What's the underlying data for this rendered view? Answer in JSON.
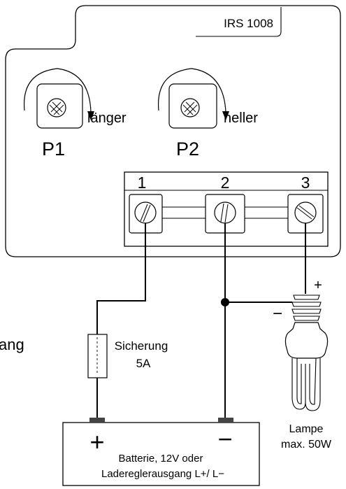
{
  "device": {
    "model": "IRS 1008",
    "pot1": {
      "name": "P1",
      "direction": "länger"
    },
    "pot2": {
      "name": "P2",
      "direction": "heller"
    },
    "terminals": [
      "1",
      "2",
      "3"
    ]
  },
  "left_cut_text": "ang",
  "fuse": {
    "line1": "Sicherung",
    "line2": "5A"
  },
  "battery": {
    "plus": "+",
    "minus": "−",
    "line1": "Batterie, 12V oder",
    "line2": "Ladereglerausgang L+/ L−"
  },
  "lamp": {
    "plus": "+",
    "minus": "−",
    "line1": "Lampe",
    "line2": "max. 50W"
  },
  "colors": {
    "stroke": "#000000",
    "background": "#ffffff",
    "terminal_fill": "#444444"
  }
}
